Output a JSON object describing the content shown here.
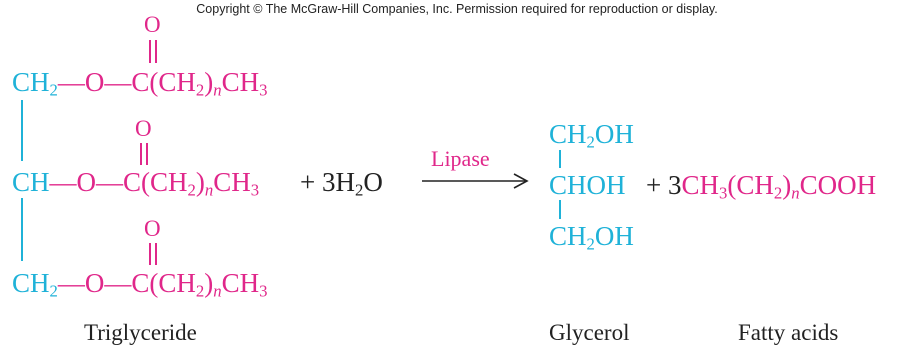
{
  "copyright": "Copyright © The McGraw-Hill Companies, Inc. Permission required for reproduction or display.",
  "colors": {
    "glycerol_part": "#1fb2d8",
    "acid_part": "#e0278a",
    "text": "#222222"
  },
  "triglyceride": {
    "rows": [
      {
        "head": "CH",
        "head_sub": "2",
        "linker": "—O—",
        "acyl_c": "C",
        "chain_open": "(CH",
        "chain_sub": "2",
        "chain_close": ")",
        "n": "n",
        "tail": "CH",
        "tail_sub": "3",
        "carbonyl_o": "O"
      },
      {
        "head": "CH",
        "head_sub": "",
        "linker": "—O—",
        "acyl_c": "C",
        "chain_open": "(CH",
        "chain_sub": "2",
        "chain_close": ")",
        "n": "n",
        "tail": "CH",
        "tail_sub": "3",
        "carbonyl_o": "O"
      },
      {
        "head": "CH",
        "head_sub": "2",
        "linker": "—O—",
        "acyl_c": "C",
        "chain_open": "(CH",
        "chain_sub": "2",
        "chain_close": ")",
        "n": "n",
        "tail": "CH",
        "tail_sub": "3",
        "carbonyl_o": "O"
      }
    ],
    "label": "Triglyceride"
  },
  "water": {
    "plus": "+",
    "coef": "3H",
    "sub": "2",
    "o": "O"
  },
  "arrow": {
    "label": "Lipase"
  },
  "glycerol": {
    "rows": [
      {
        "a": "CH",
        "sub": "2",
        "b": "OH"
      },
      {
        "a": "CHOH",
        "sub": "",
        "b": ""
      },
      {
        "a": "CH",
        "sub": "2",
        "b": "OH"
      }
    ],
    "label": "Glycerol"
  },
  "fatty_acids": {
    "plus": "+",
    "coef": "3",
    "p1": "CH",
    "s1": "3",
    "p2": "(CH",
    "s2": "2",
    "p3": ")",
    "n": "n",
    "p4": "COOH",
    "label": "Fatty acids"
  }
}
